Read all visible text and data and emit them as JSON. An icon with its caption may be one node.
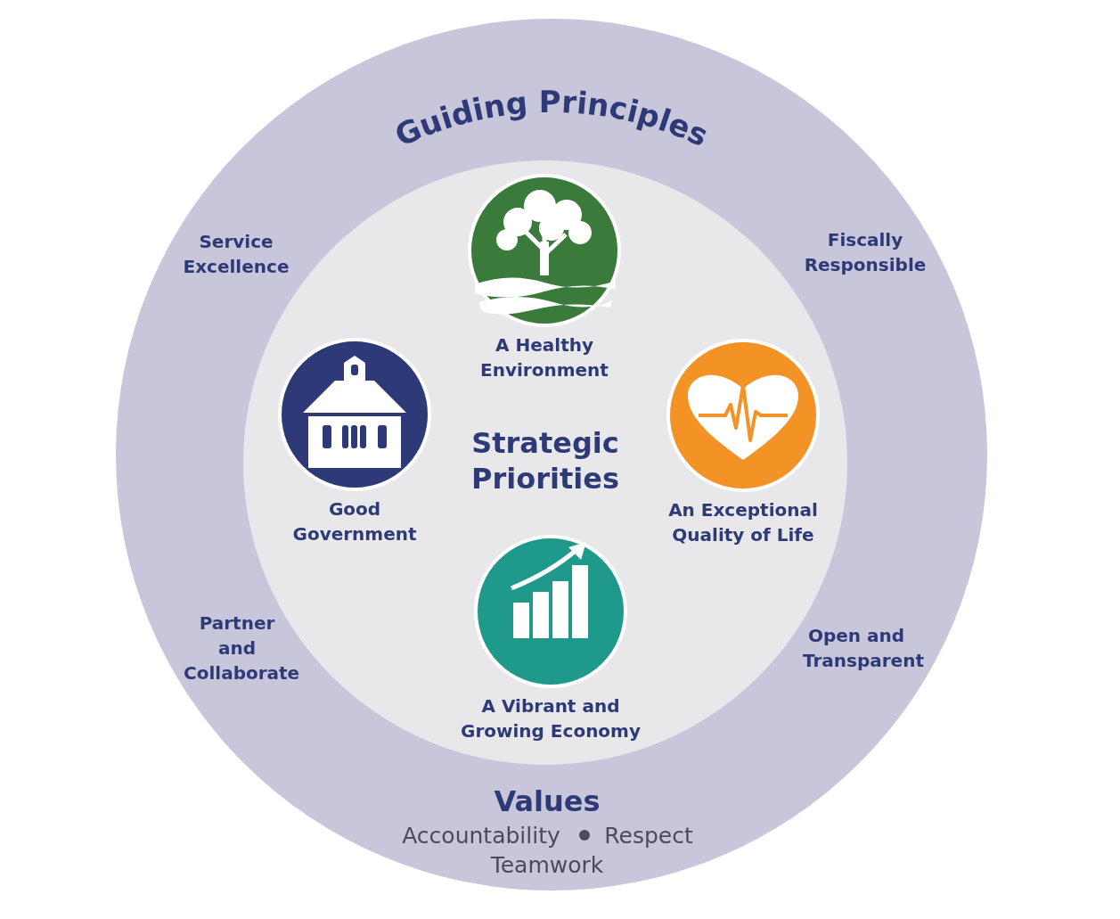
{
  "diagram": {
    "nodes": [
      {
        "text": [
          "Guiding Principles"
        ]
      },
      {
        "text": [
          "Strategic Priorities"
        ],
        "in": 0
      },
      {
        "text": [
          "A Healthy Environment"
        ],
        "in": 1
      },
      {
        "text": [
          "Good Government"
        ],
        "in": 1
      },
      {
        "text": [
          "An Exceptional Quality of Life"
        ],
        "in": 1
      },
      {
        "text": [
          "A Vibrant and Growing Economy"
        ],
        "in": 1
      }
    ],
    "labels": [
      "Service Excellence",
      "Fiscally Responsible",
      "Partner and Collaborate",
      "Open and Transparent",
      "Values",
      "Accountability",
      "Respect",
      "Teamwork"
    ]
  }
}
